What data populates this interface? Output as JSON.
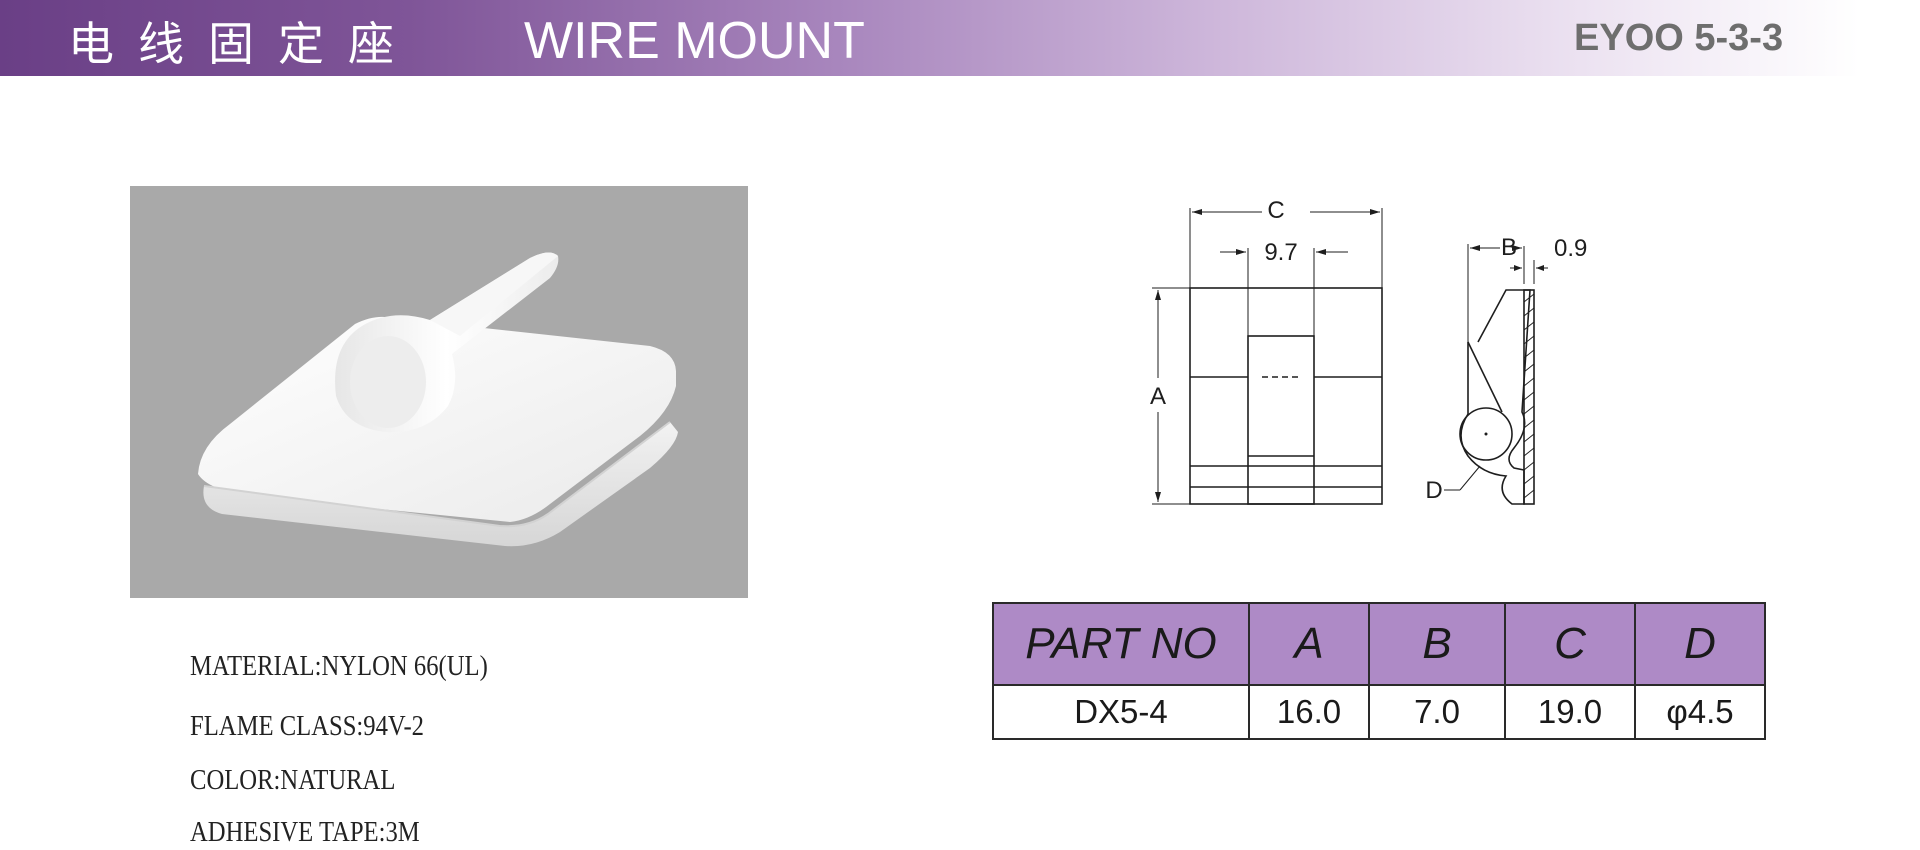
{
  "header": {
    "title_cn": "电线固定座",
    "title_en": "WIRE MOUNT",
    "code": "EYOO 5-3-3"
  },
  "specs": [
    "MATERIAL:NYLON 66(UL)",
    "FLAME CLASS:94V-2",
    "COLOR:NATURAL",
    "ADHESIVE TAPE:3M"
  ],
  "drawing": {
    "labels": {
      "a": "A",
      "b": "B",
      "c": "C",
      "d": "D",
      "slot_width": "9.7",
      "tape_thickness": "0.9"
    }
  },
  "table": {
    "headers": [
      "PART NO",
      "A",
      "B",
      "C",
      "D"
    ],
    "rows": [
      [
        "DX5-4",
        "16.0",
        "7.0",
        "19.0",
        "φ4.5"
      ]
    ]
  }
}
